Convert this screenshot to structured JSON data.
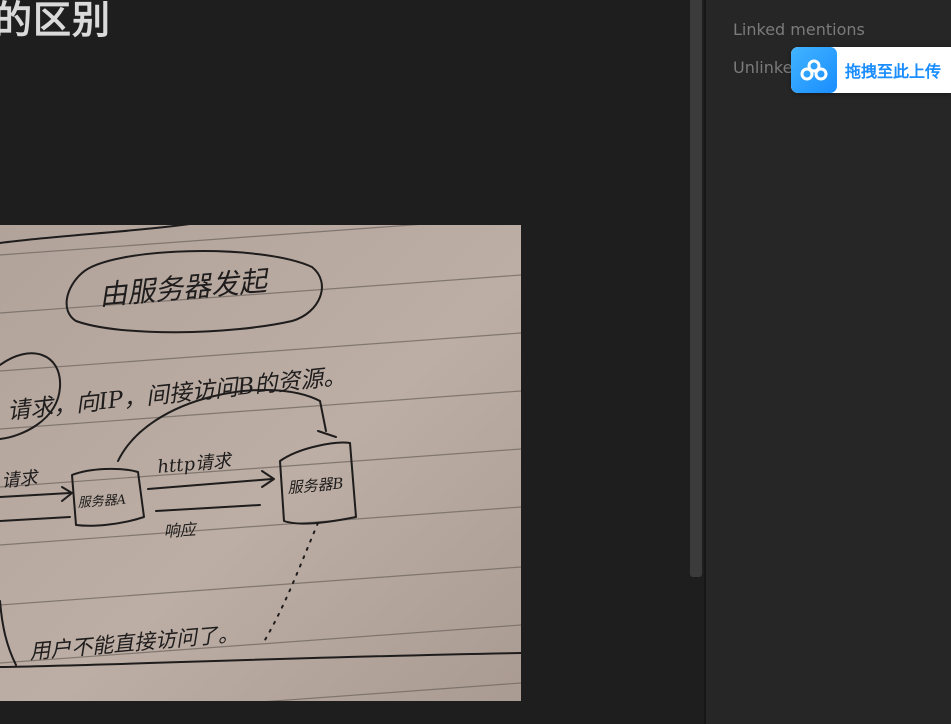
{
  "note": {
    "title": "的区别"
  },
  "sidebar": {
    "linked_mentions_label": "Linked mentions",
    "unlinked_mentions_label": "Unlinke"
  },
  "upload_widget": {
    "label": "拖拽至此上传",
    "icon": "cloud-icon",
    "accent_color": "#1a8dff"
  },
  "handwritten_note": {
    "lines": [
      "由服务器发起",
      "请求，向IP，间接访问B的资源。",
      "请求",
      "服务器A",
      "http请求",
      "服务器B",
      "响应",
      "用户不能直接访问了。"
    ]
  },
  "colors": {
    "editor_background": "#1e1e1e",
    "sidebar_background": "#262626",
    "title_text": "#dadada",
    "muted_text": "#7b7b7b",
    "paper": "#b7a99f",
    "ink": "#1e1c1c"
  }
}
